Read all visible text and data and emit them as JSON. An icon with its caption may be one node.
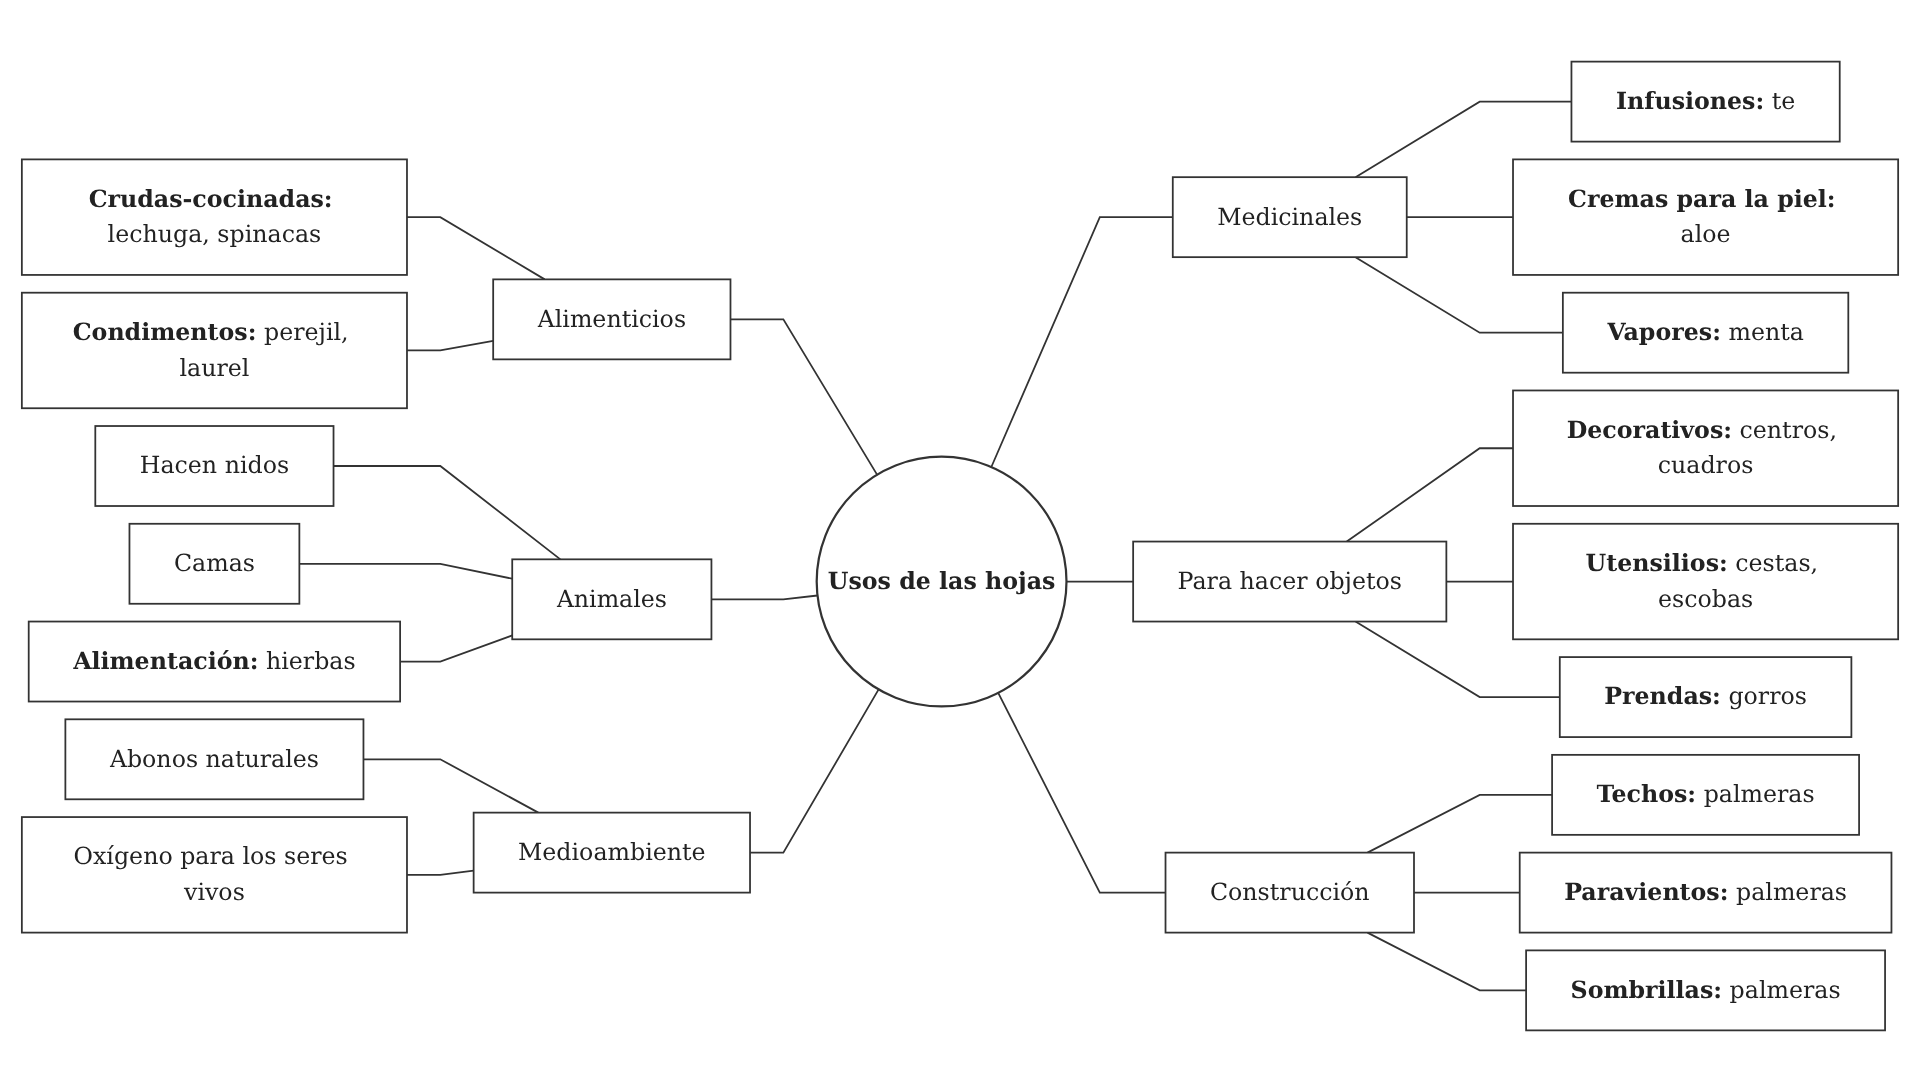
{
  "diagram": {
    "nodes": [
      {
        "text": [
          "Usos de las hojas"
        ]
      },
      {
        "text": [
          "**Crudas-cocinadas:** lechuga, spinacas"
        ]
      },
      {
        "text": [
          "**Infusiones:** te"
        ]
      },
      {
        "text": [
          "**Condimentos:** perejil, laurel"
        ]
      },
      {
        "text": [
          "**Cremas para la piel:** aloe"
        ]
      },
      {
        "text": [
          "Alimenticios"
        ]
      },
      {
        "text": [
          "Medicinales"
        ]
      },
      {
        "text": [
          "**Vapores:** menta"
        ]
      },
      {
        "text": [
          "Hacen nidos"
        ]
      },
      {
        "text": [
          "**Decorativos:** centros, cuadros"
        ]
      },
      {
        "text": [
          "Camas"
        ]
      },
      {
        "text": [
          "Animales"
        ]
      },
      {
        "text": [
          "Para hacer objetos"
        ]
      },
      {
        "text": [
          "**Utensilios:** cestas, escobas"
        ]
      },
      {
        "text": [
          "**Alimentación:** hierbas"
        ]
      },
      {
        "text": [
          "**Prendas:** gorros"
        ]
      },
      {
        "text": [
          "Abonos naturales"
        ]
      },
      {
        "text": [
          "Medioambiente"
        ]
      },
      {
        "text": [
          "Construcción"
        ]
      },
      {
        "text": [
          "**Techos:** palmeras"
        ]
      },
      {
        "text": [
          "Oxígeno para los seres vivos"
        ]
      },
      {
        "text": [
          "**Paravientos:** palmeras"
        ]
      },
      {
        "text": [
          "**Sombrillas:** palmeras"
        ]
      }
    ],
    "edges": [
      {
        "from": 1,
        "to": 5,
        "arrow": "none"
      },
      {
        "from": 3,
        "to": 5,
        "arrow": "none"
      },
      {
        "from": 5,
        "to": 0,
        "arrow": "none"
      },
      {
        "from": 8,
        "to": 11,
        "arrow": "none"
      },
      {
        "from": 10,
        "to": 11,
        "arrow": "none"
      },
      {
        "from": 14,
        "to": 11,
        "arrow": "none"
      },
      {
        "from": 11,
        "to": 0,
        "arrow": "none"
      },
      {
        "from": 16,
        "to": 17,
        "arrow": "none"
      },
      {
        "from": 20,
        "to": 17,
        "arrow": "none"
      },
      {
        "from": 17,
        "to": 0,
        "arrow": "none"
      },
      {
        "from": 0,
        "to": 6,
        "arrow": "none"
      },
      {
        "from": 6,
        "to": 2,
        "arrow": "none"
      },
      {
        "from": 6,
        "to": 4,
        "arrow": "none"
      },
      {
        "from": 6,
        "to": 7,
        "arrow": "none"
      },
      {
        "from": 0,
        "to": 12,
        "arrow": "none"
      },
      {
        "from": 12,
        "to": 9,
        "arrow": "none"
      },
      {
        "from": 12,
        "to": 13,
        "arrow": "none"
      },
      {
        "from": 12,
        "to": 15,
        "arrow": "none"
      },
      {
        "from": 0,
        "to": 18,
        "arrow": "none"
      },
      {
        "from": 18,
        "to": 19,
        "arrow": "none"
      },
      {
        "from": 18,
        "to": 21,
        "arrow": "none"
      },
      {
        "from": 18,
        "to": 22,
        "arrow": "none"
      }
    ]
  }
}
